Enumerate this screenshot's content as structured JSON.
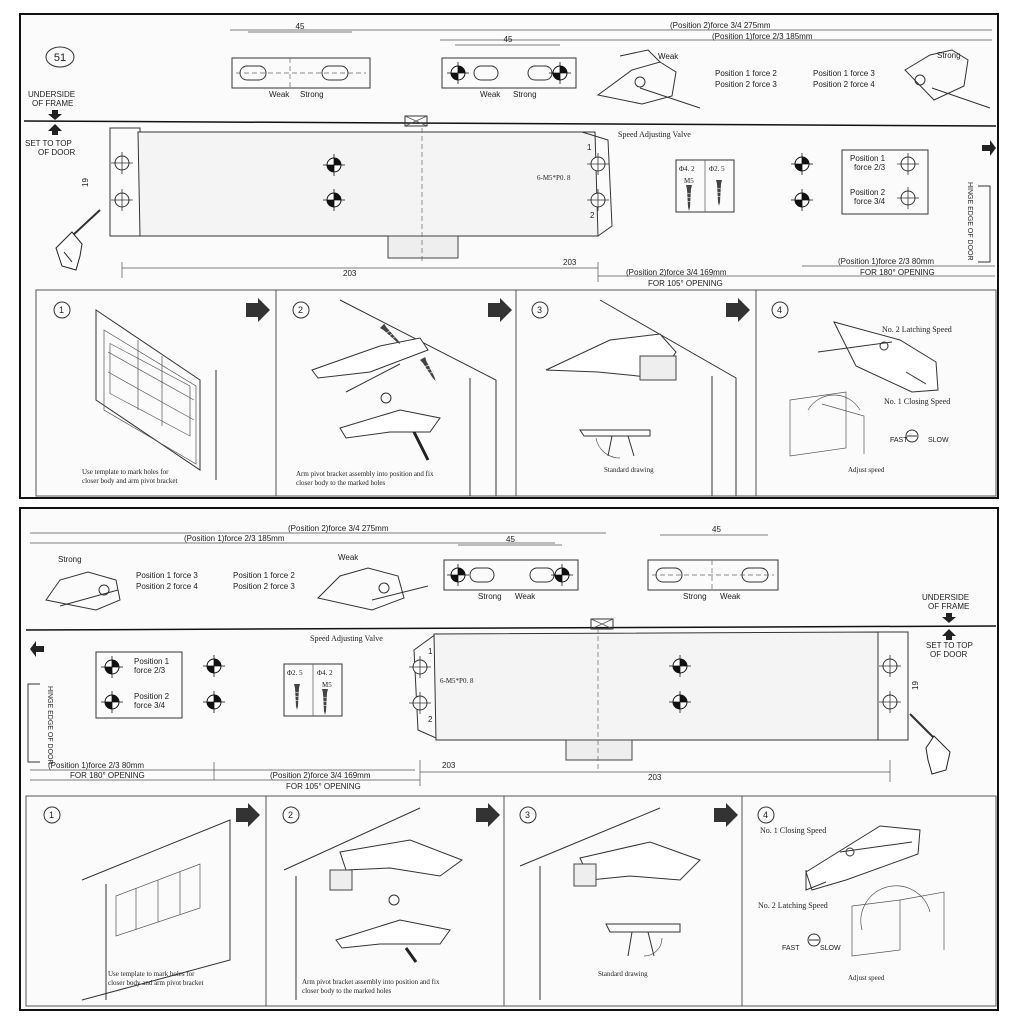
{
  "sheet": {
    "page_number": "51",
    "templates": {
      "force_34": "(Position 2)force 3/4   275mm",
      "force_23": "(Position 1)force 2/3   185mm",
      "dim_45": "45",
      "weak": "Weak",
      "strong": "Strong",
      "p1f2": "Position 1 force 2",
      "p2f3": "Position 2 force 3",
      "p1f3": "Position 1 force 3",
      "p2f4": "Position 2 force 4"
    },
    "door": {
      "underside": "UNDERSIDE\nOF FRAME",
      "set_top": "SET TO TOP\nOF DOOR",
      "speed_valve": "Speed Adjusting Valve",
      "screw_spec": "6-M5*P0. 8",
      "phi42": "Φ4. 2",
      "phi25": "Φ2. 5",
      "m5": "M5",
      "pos1": "Position 1\nforce 2/3",
      "pos2": "Position 2\nforce 3/4",
      "hinge_edge": "HINGE EDGE OF DOOR",
      "dim_19": "19",
      "dim_203": "203",
      "pos2_169": "(Position 2)force 3/4  169mm",
      "pos1_80": "(Position 1)force 2/3  80mm",
      "open_105": "FOR 105° OPENING",
      "open_180": "FOR 180°  OPENING",
      "num1": "1",
      "num2": "2"
    },
    "steps": [
      {
        "num": "1",
        "caption": "Use template to mark holes for\ncloser body and arm pivot bracket"
      },
      {
        "num": "2",
        "caption": "Arm pivot bracket assembly into position and fix\ncloser body to the marked holes"
      },
      {
        "num": "3",
        "caption": "Standard drawing"
      },
      {
        "num": "4",
        "caption": "Adjust speed",
        "latch": "No. 2 Latching Speed",
        "closing": "No. 1 Closing Speed",
        "fast": "FAST",
        "slow": "SLOW"
      }
    ]
  }
}
